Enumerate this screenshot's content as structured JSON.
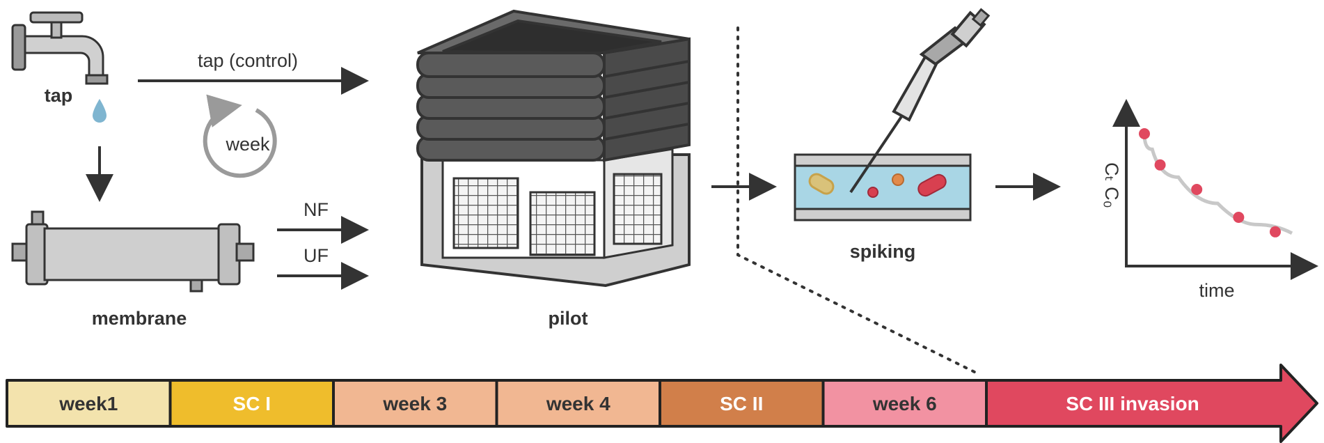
{
  "labels": {
    "tap": "tap",
    "tap_control": "tap (control)",
    "week_cycle": "week",
    "nf": "NF",
    "uf": "UF",
    "membrane": "membrane",
    "pilot": "pilot",
    "spiking": "spiking",
    "axis_y": "Cₜ C₀",
    "axis_x": "time"
  },
  "timeline": [
    {
      "label": "week1",
      "color": "#f3e3ad",
      "text_color": "#333333"
    },
    {
      "label": "SC I",
      "color": "#efbd2c",
      "text_color": "#ffffff"
    },
    {
      "label": "week 3",
      "color": "#f1b792",
      "text_color": "#333333"
    },
    {
      "label": "week 4",
      "color": "#f1b792",
      "text_color": "#333333"
    },
    {
      "label": "SC II",
      "color": "#d17f4a",
      "text_color": "#ffffff"
    },
    {
      "label": "week 6",
      "color": "#f292a2",
      "text_color": "#333333"
    },
    {
      "label": "SC III invasion",
      "color": "#e0485f",
      "text_color": "#ffffff"
    }
  ],
  "colors": {
    "ink": "#333333",
    "water_drop": "#7fb5d0",
    "channel_fluid": "#a9d6e5",
    "decay_points": "#e0485f",
    "decay_curve": "#c8c8c8",
    "pilot_dark": "#5a5a5a",
    "pilot_grey": "#cfcfcf"
  },
  "decay_points": [
    {
      "t": 0.0,
      "c": 1.0
    },
    {
      "t": 0.12,
      "c": 0.72
    },
    {
      "t": 0.4,
      "c": 0.5
    },
    {
      "t": 0.72,
      "c": 0.25
    },
    {
      "t": 1.0,
      "c": 0.12
    }
  ],
  "icons": {
    "tap": "faucet-icon",
    "drop": "water-drop-icon",
    "cycle": "cycle-arrow-icon",
    "membrane": "membrane-module-icon",
    "pilot": "pilot-cage-icon",
    "pipette": "pipette-icon",
    "channel": "spiking-channel-icon"
  }
}
